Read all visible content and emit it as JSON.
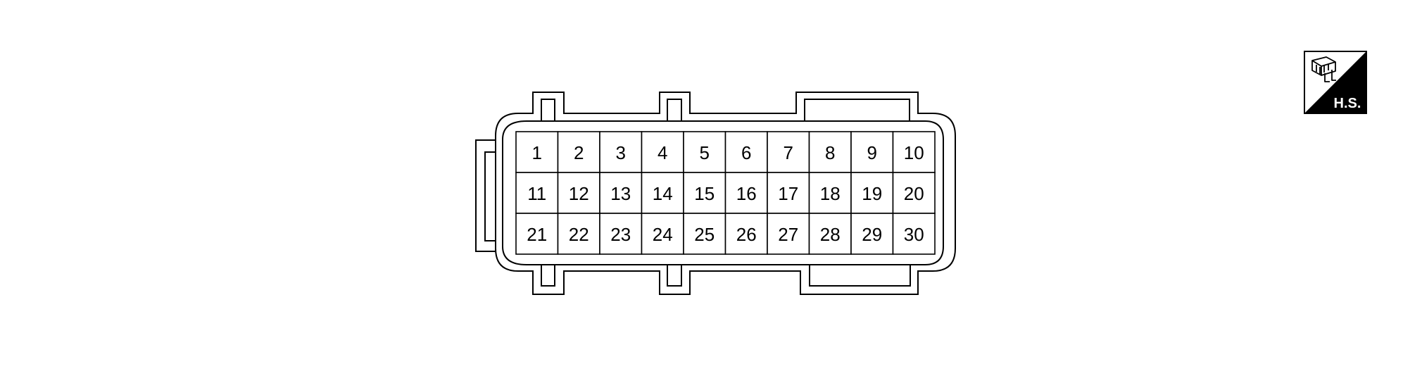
{
  "connector": {
    "rows": [
      [
        "1",
        "2",
        "3",
        "4",
        "5",
        "6",
        "7",
        "8",
        "9",
        "10"
      ],
      [
        "11",
        "12",
        "13",
        "14",
        "15",
        "16",
        "17",
        "18",
        "19",
        "20"
      ],
      [
        "21",
        "22",
        "23",
        "24",
        "25",
        "26",
        "27",
        "28",
        "29",
        "30"
      ]
    ]
  },
  "badge": {
    "label": "H.S.",
    "icon": "harness-side-connector-icon"
  },
  "colors": {
    "line": "#000000",
    "background": "#ffffff"
  }
}
